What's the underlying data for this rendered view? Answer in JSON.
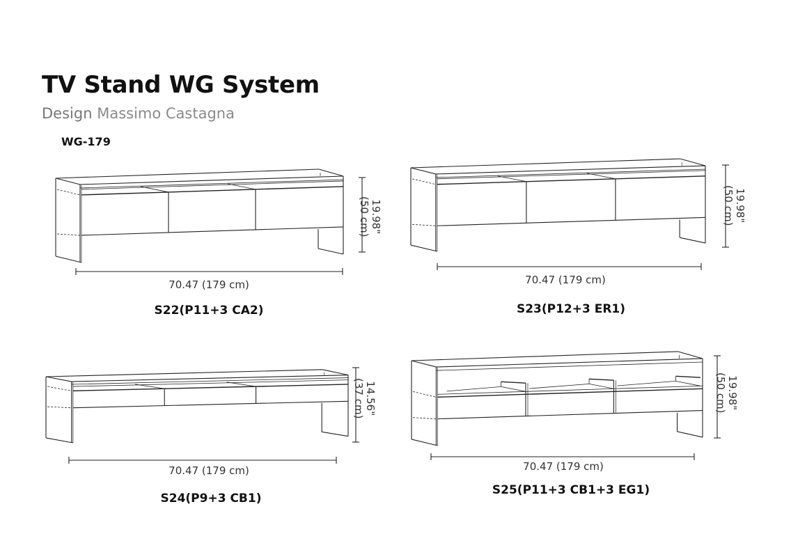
{
  "header": {
    "title": "TV Stand WG System",
    "designer_prefix": "Design",
    "designer_name": "Massimo Castagna",
    "model_code": "WG-179"
  },
  "configurations": [
    {
      "label": "S22(P11+3 CA2)",
      "width": "70.47 (179 cm)",
      "height_in": "19.98\"",
      "height_cm": "(50 cm)"
    },
    {
      "label": "S23(P12+3 ER1)",
      "width": "70.47 (179 cm)",
      "height_in": "19.98\"",
      "height_cm": "(50 cm)"
    },
    {
      "label": "S24(P9+3 CB1)",
      "width": "70.47 (179 cm)",
      "height_in": "14.56\"",
      "height_cm": "(37 cm)"
    },
    {
      "label": "S25(P11+3 CB1+3 EG1)",
      "width": "70.47 (179 cm)",
      "height_in": "19.98\"",
      "height_cm": "(50 cm)"
    }
  ]
}
